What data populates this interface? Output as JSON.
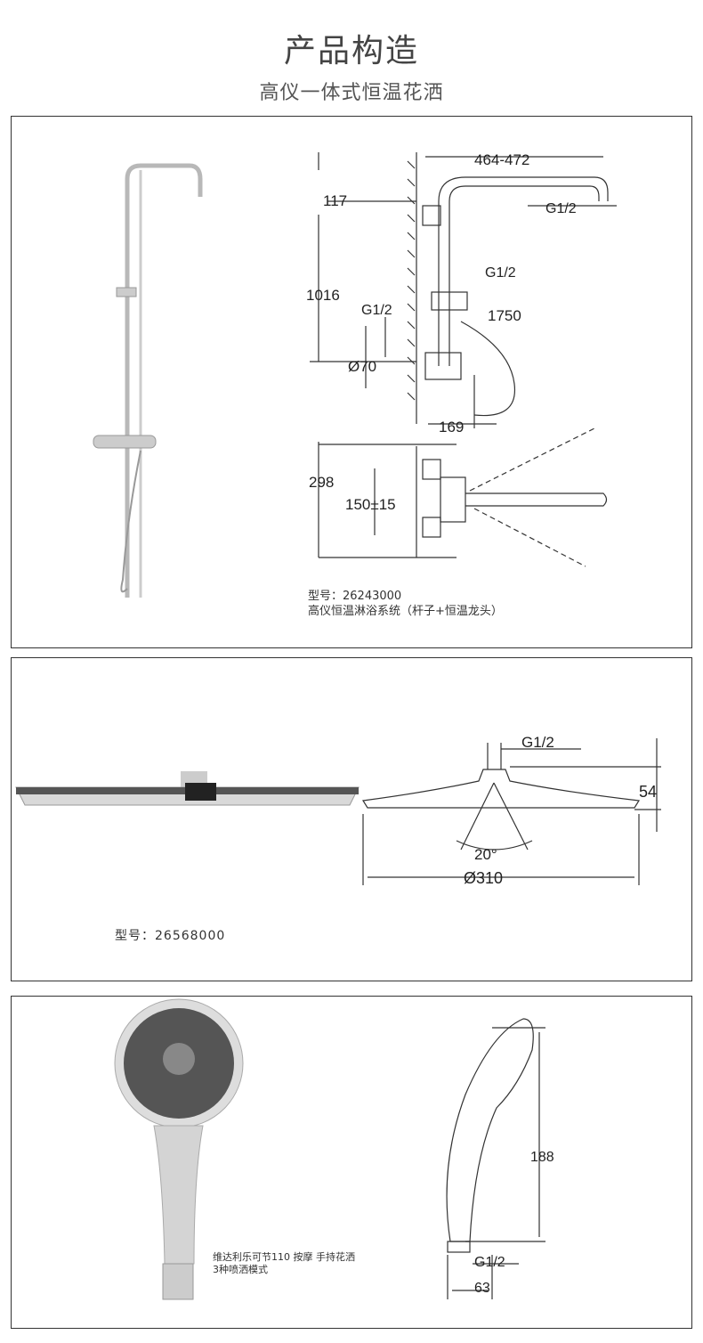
{
  "header": {
    "title": "产品构造",
    "subtitle": "高仪一体式恒温花洒"
  },
  "panel1": {
    "dims": {
      "width": "464-472",
      "top": "117",
      "height": "1016",
      "g1": "G1/2",
      "g2": "G1/2",
      "g3": "G1/2",
      "d70": "Ø70",
      "h1750": "1750",
      "d169": "169",
      "h298": "298",
      "c150": "150±15"
    },
    "model_label": "型号：26243000",
    "description": "高仪恒温淋浴系统（杆子+恒温龙头）"
  },
  "panel2": {
    "dims": {
      "g": "G1/2",
      "h54": "54",
      "angle": "20°",
      "d310": "Ø310"
    },
    "model_label": "型号：26568000"
  },
  "panel3": {
    "description_line1": "维达利乐可节110 按摩 手持花洒",
    "description_line2": "3种喷洒模式",
    "dims": {
      "h188": "188",
      "g": "G1/2",
      "w63": "63"
    }
  }
}
